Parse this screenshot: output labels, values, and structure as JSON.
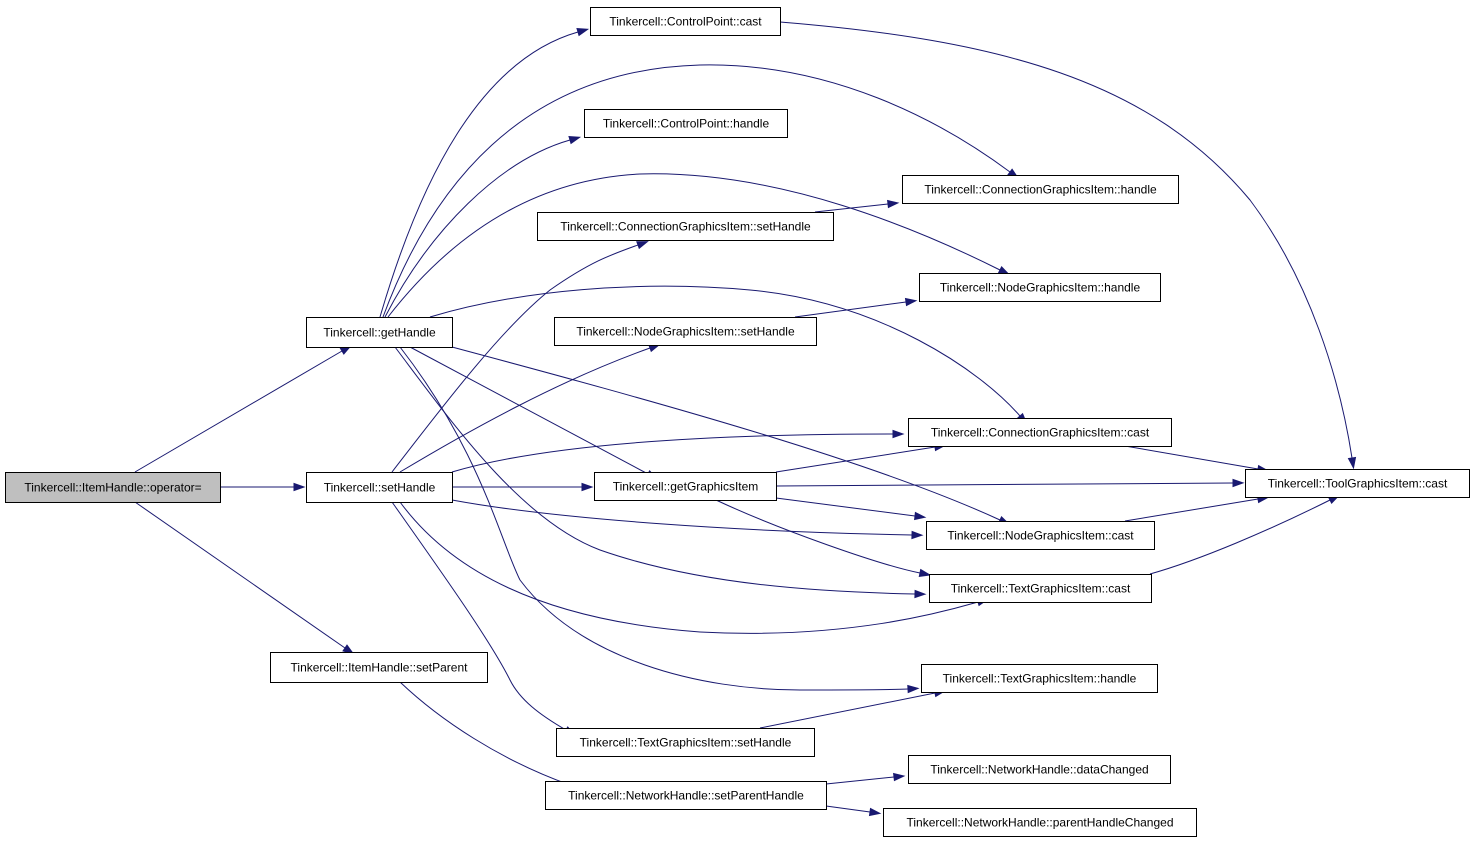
{
  "graph": {
    "nodes": [
      {
        "id": "op",
        "label": "Tinkercell::ItemHandle::operator=",
        "root": true
      },
      {
        "id": "getHandle",
        "label": "Tinkercell::getHandle"
      },
      {
        "id": "setHandle",
        "label": "Tinkercell::setHandle"
      },
      {
        "id": "setParent",
        "label": "Tinkercell::ItemHandle::setParent"
      },
      {
        "id": "cpCast",
        "label": "Tinkercell::ControlPoint::cast"
      },
      {
        "id": "cpHandle",
        "label": "Tinkercell::ControlPoint::handle"
      },
      {
        "id": "cgiSetHandle",
        "label": "Tinkercell::ConnectionGraphicsItem::setHandle"
      },
      {
        "id": "ngiSetHandle",
        "label": "Tinkercell::NodeGraphicsItem::setHandle"
      },
      {
        "id": "getGraphicsItem",
        "label": "Tinkercell::getGraphicsItem"
      },
      {
        "id": "tgiSetHandle",
        "label": "Tinkercell::TextGraphicsItem::setHandle"
      },
      {
        "id": "nhSetParentHandle",
        "label": "Tinkercell::NetworkHandle::setParentHandle"
      },
      {
        "id": "cgiHandle",
        "label": "Tinkercell::ConnectionGraphicsItem::handle"
      },
      {
        "id": "ngiHandle",
        "label": "Tinkercell::NodeGraphicsItem::handle"
      },
      {
        "id": "cgiCast",
        "label": "Tinkercell::ConnectionGraphicsItem::cast"
      },
      {
        "id": "ngiCast",
        "label": "Tinkercell::NodeGraphicsItem::cast"
      },
      {
        "id": "tgiCast",
        "label": "Tinkercell::TextGraphicsItem::cast"
      },
      {
        "id": "tgiHandle",
        "label": "Tinkercell::TextGraphicsItem::handle"
      },
      {
        "id": "nhDataChanged",
        "label": "Tinkercell::NetworkHandle::dataChanged"
      },
      {
        "id": "nhParentHandleChanged",
        "label": "Tinkercell::NetworkHandle::parentHandleChanged"
      },
      {
        "id": "toolCast",
        "label": "Tinkercell::ToolGraphicsItem::cast"
      }
    ],
    "edges": [
      {
        "from": "op",
        "to": "getHandle"
      },
      {
        "from": "op",
        "to": "setHandle"
      },
      {
        "from": "op",
        "to": "setParent"
      },
      {
        "from": "getHandle",
        "to": "cpCast"
      },
      {
        "from": "getHandle",
        "to": "cgiHandle"
      },
      {
        "from": "getHandle",
        "to": "cpHandle"
      },
      {
        "from": "getHandle",
        "to": "ngiHandle"
      },
      {
        "from": "getHandle",
        "to": "cgiCast"
      },
      {
        "from": "getHandle",
        "to": "getGraphicsItem"
      },
      {
        "from": "getHandle",
        "to": "ngiCast"
      },
      {
        "from": "getHandle",
        "to": "tgiCast"
      },
      {
        "from": "getHandle",
        "to": "tgiHandle"
      },
      {
        "from": "setHandle",
        "to": "cgiSetHandle"
      },
      {
        "from": "setHandle",
        "to": "ngiSetHandle"
      },
      {
        "from": "setHandle",
        "to": "cgiCast"
      },
      {
        "from": "setHandle",
        "to": "getGraphicsItem"
      },
      {
        "from": "setHandle",
        "to": "ngiCast"
      },
      {
        "from": "setHandle",
        "to": "tgiCast"
      },
      {
        "from": "setHandle",
        "to": "tgiSetHandle"
      },
      {
        "from": "setParent",
        "to": "nhSetParentHandle"
      },
      {
        "from": "cpCast",
        "to": "toolCast"
      },
      {
        "from": "cgiSetHandle",
        "to": "cgiHandle"
      },
      {
        "from": "ngiSetHandle",
        "to": "ngiHandle"
      },
      {
        "from": "getGraphicsItem",
        "to": "cgiCast"
      },
      {
        "from": "getGraphicsItem",
        "to": "toolCast"
      },
      {
        "from": "getGraphicsItem",
        "to": "ngiCast"
      },
      {
        "from": "getGraphicsItem",
        "to": "tgiCast"
      },
      {
        "from": "tgiSetHandle",
        "to": "tgiHandle"
      },
      {
        "from": "nhSetParentHandle",
        "to": "nhDataChanged"
      },
      {
        "from": "nhSetParentHandle",
        "to": "nhParentHandleChanged"
      },
      {
        "from": "cgiCast",
        "to": "toolCast"
      },
      {
        "from": "ngiCast",
        "to": "toolCast"
      },
      {
        "from": "tgiCast",
        "to": "toolCast"
      }
    ]
  }
}
